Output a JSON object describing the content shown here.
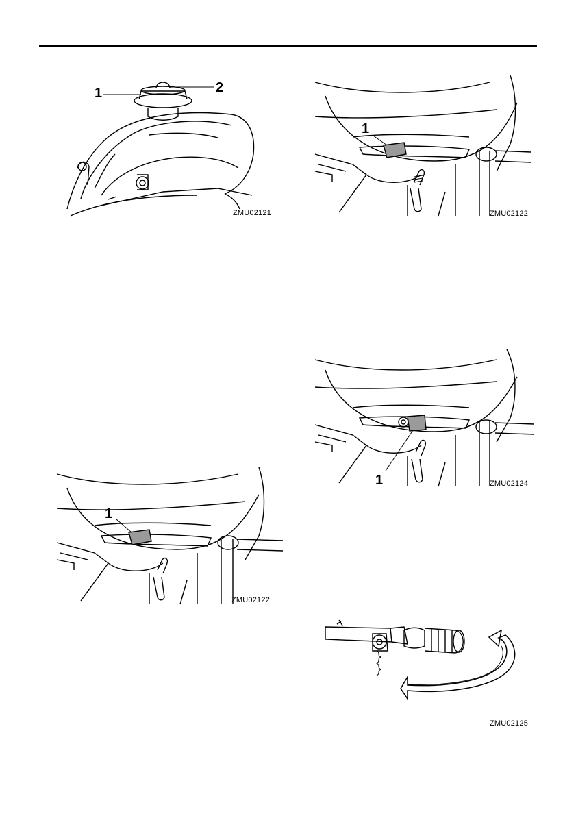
{
  "figures": [
    {
      "code": "ZMU02121",
      "callouts": [
        "1",
        "2"
      ]
    },
    {
      "code": "ZMU02122",
      "callouts": [
        "1"
      ]
    },
    {
      "code": "ZMU02122",
      "callouts": [
        "1"
      ]
    },
    {
      "code": "ZMU02124",
      "callouts": [
        "1"
      ]
    },
    {
      "code": "ZMU02125",
      "callouts": []
    }
  ]
}
